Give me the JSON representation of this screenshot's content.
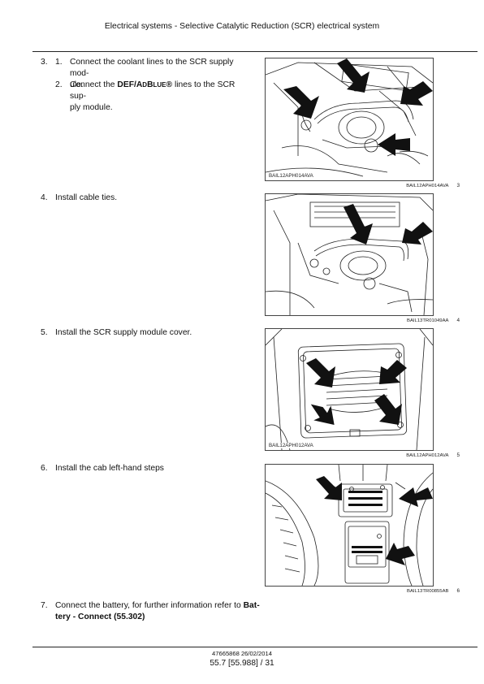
{
  "header": {
    "title": "Electrical systems - Selective Catalytic Reduction (SCR) electrical system"
  },
  "steps": [
    {
      "number": "3.",
      "substeps": [
        {
          "number": "1.",
          "line1": "Connect the coolant lines to the SCR supply mod-",
          "line2": "ule."
        },
        {
          "number": "2.",
          "pre": "Connect the ",
          "bold_a": "DEF/A",
          "bold_b": "D",
          "bold_c": "B",
          "bold_d": "LUE",
          "bold_e": "®",
          "post": " lines to the SCR sup-",
          "line2": "ply module."
        }
      ]
    },
    {
      "number": "4.",
      "text": "Install cable ties."
    },
    {
      "number": "5.",
      "text": "Install the SCR supply module cover."
    },
    {
      "number": "6.",
      "text": "Install the cab left-hand steps"
    },
    {
      "number": "7.",
      "line1_pre": "Connect the battery, for further information refer to ",
      "line1_bold": "Bat-",
      "line2_bold": "tery - Connect (55.302)"
    }
  ],
  "figures": [
    {
      "inner_label": "BAIL12APH014AVA",
      "ref": "BAIL12APH014AVA",
      "number": "3"
    },
    {
      "inner_label": "",
      "ref": "BAIL13TR01049AA",
      "number": "4"
    },
    {
      "inner_label": "BAIL12APH012AVA",
      "ref": "BAIL12APH012AVA",
      "number": "5"
    },
    {
      "inner_label": "",
      "ref": "BAIL13TR00855AB",
      "number": "6"
    }
  ],
  "footer": {
    "code": "47665868 26/02/2014",
    "page": "55.7 [55.988] / 31"
  }
}
